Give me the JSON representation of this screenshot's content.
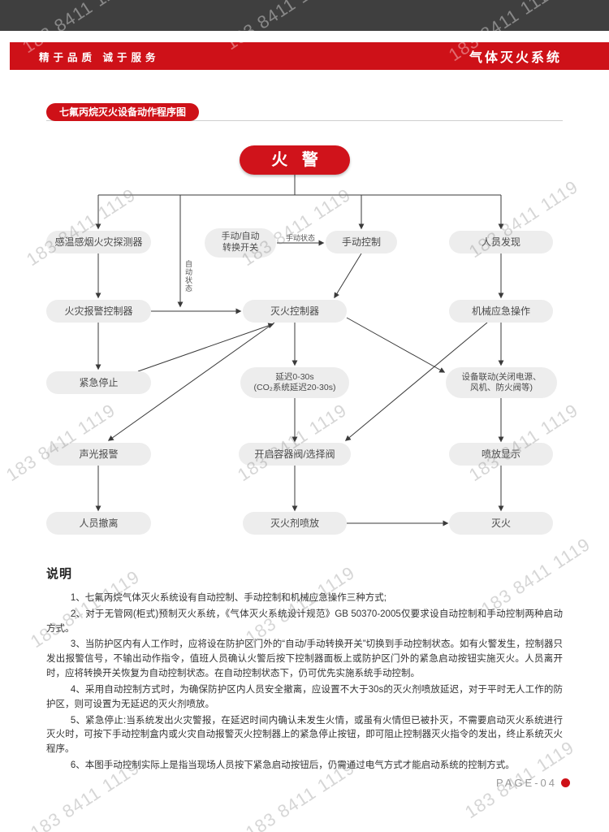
{
  "watermark": {
    "text": "183 8411 1119"
  },
  "header": {
    "slogan": "精于品质  诚于服务",
    "product_line": "气体灭火系统"
  },
  "section": {
    "title": "七氟丙烷灭火设备动作程序图"
  },
  "flowchart": {
    "start": "火 警",
    "labels": {
      "manual_state": "手动状态",
      "auto_state": "自动状态"
    },
    "nodes": {
      "detector": "感温感烟火灾探测器",
      "switch": "手动/自动\n转换开关",
      "manual_control": "手动控制",
      "personnel_found": "人员发现",
      "alarm_controller": "火灾报警控制器",
      "ext_controller": "灭火控制器",
      "mechanical": "机械应急操作",
      "emergency_stop": "紧急停止",
      "delay": "延迟0-30s\n(CO₂系统延迟20-30s)",
      "linkage": "设备联动(关闭电源、\n风机、防火阀等)",
      "sound_light": "声光报警",
      "open_valve": "开启容器阀/选择阀",
      "discharge_display": "喷放显示",
      "evacuate": "人员撤离",
      "agent_discharge": "灭火剂喷放",
      "extinguished": "灭火"
    }
  },
  "notes": {
    "title": "说明",
    "items": [
      "1、七氟丙烷气体灭火系统设有自动控制、手动控制和机械应急操作三种方式;",
      "2、对于无管网(柜式)预制灭火系统，《气体灭火系统设计规范》GB 50370-2005仅要求设自动控制和手动控制两种启动方式。",
      "3、当防护区内有人工作时，应将设在防护区门外的“自动/手动转换开关”切换到手动控制状态。如有火警发生，控制器只发出报警信号，不输出动作指令，值班人员确认火警后按下控制器面板上或防护区门外的紧急启动按钮实施灭火。人员离开时，应将转换开关恢复为自动控制状态。在自动控制状态下，仍可优先实施系统手动控制。",
      "4、采用自动控制方式时，为确保防护区内人员安全撤离，应设置不大于30s的灭火剂喷放延迟，对于平时无人工作的防护区，则可设置为无延迟的灭火剂喷放。",
      "5、紧急停止:当系统发出火灾警报，在延迟时间内确认未发生火情，或虽有火情但已被扑灭，不需要启动灭火系统进行灭火时，可按下手动控制盒内或火灾自动报警灭火控制器上的紧急停止按钮，即可阻止控制器灭火指令的发出，终止系统灭火程序。",
      "6、本图手动控制实际上是指当现场人员按下紧急启动按钮后，仍需通过电气方式才能启动系统的控制方式。"
    ]
  },
  "footer": {
    "page": "PAGE-04"
  }
}
